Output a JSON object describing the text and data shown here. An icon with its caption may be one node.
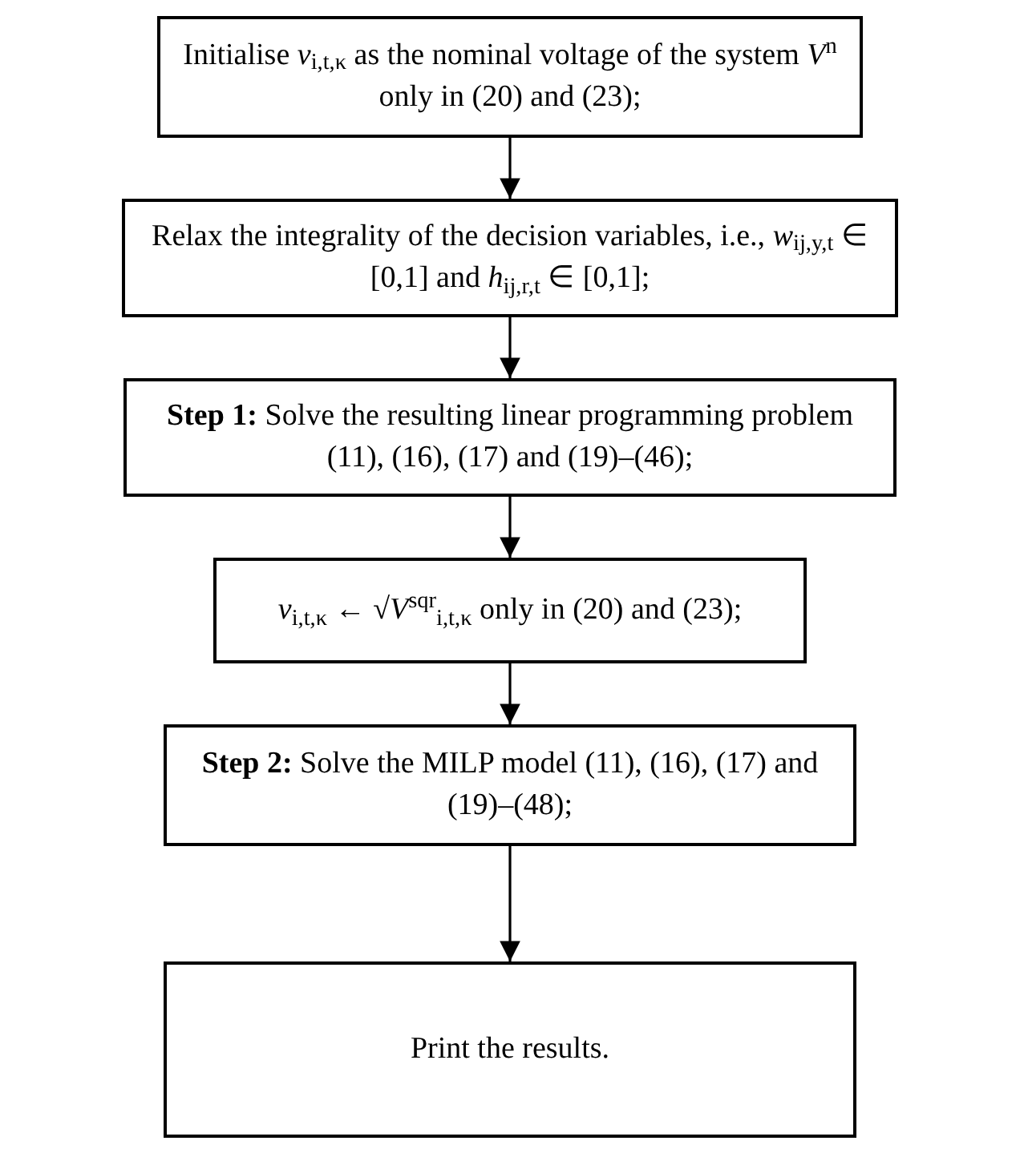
{
  "diagram": {
    "nodes": [
      {
        "text": [
          "Initialise *v*$_{i,t,κ}$ as the nominal voltage of the system *V*$^{n}$ only in (20) and (23);"
        ]
      },
      {
        "text": [
          "Relax the integrality of the decision variables, i.e., *w*$_{ij,y,t}$ ∈ [0,1] and *h*$_{ij,r,t}$ ∈ [0,1];"
        ]
      },
      {
        "text": [
          "**Step 1:** Solve the resulting linear programming problem (11), (16), (17) and (19)–(46);"
        ]
      },
      {
        "text": [
          "*v*$_{i,t,κ}$ ← √*V*$^{sqr}$$_{i,t,κ}$ only in (20) and (23);"
        ]
      },
      {
        "text": [
          "**Step 2:** Solve the MILP model (11), (16), (17) and (19)–(48);"
        ]
      },
      {
        "text": [
          "Print the results."
        ]
      }
    ],
    "edges": [
      {
        "from": 0,
        "to": 1,
        "arrow": "to"
      },
      {
        "from": 1,
        "to": 2,
        "arrow": "to"
      },
      {
        "from": 2,
        "to": 3,
        "arrow": "to"
      },
      {
        "from": 3,
        "to": 4,
        "arrow": "to"
      },
      {
        "from": 4,
        "to": 5,
        "arrow": "to"
      }
    ]
  }
}
